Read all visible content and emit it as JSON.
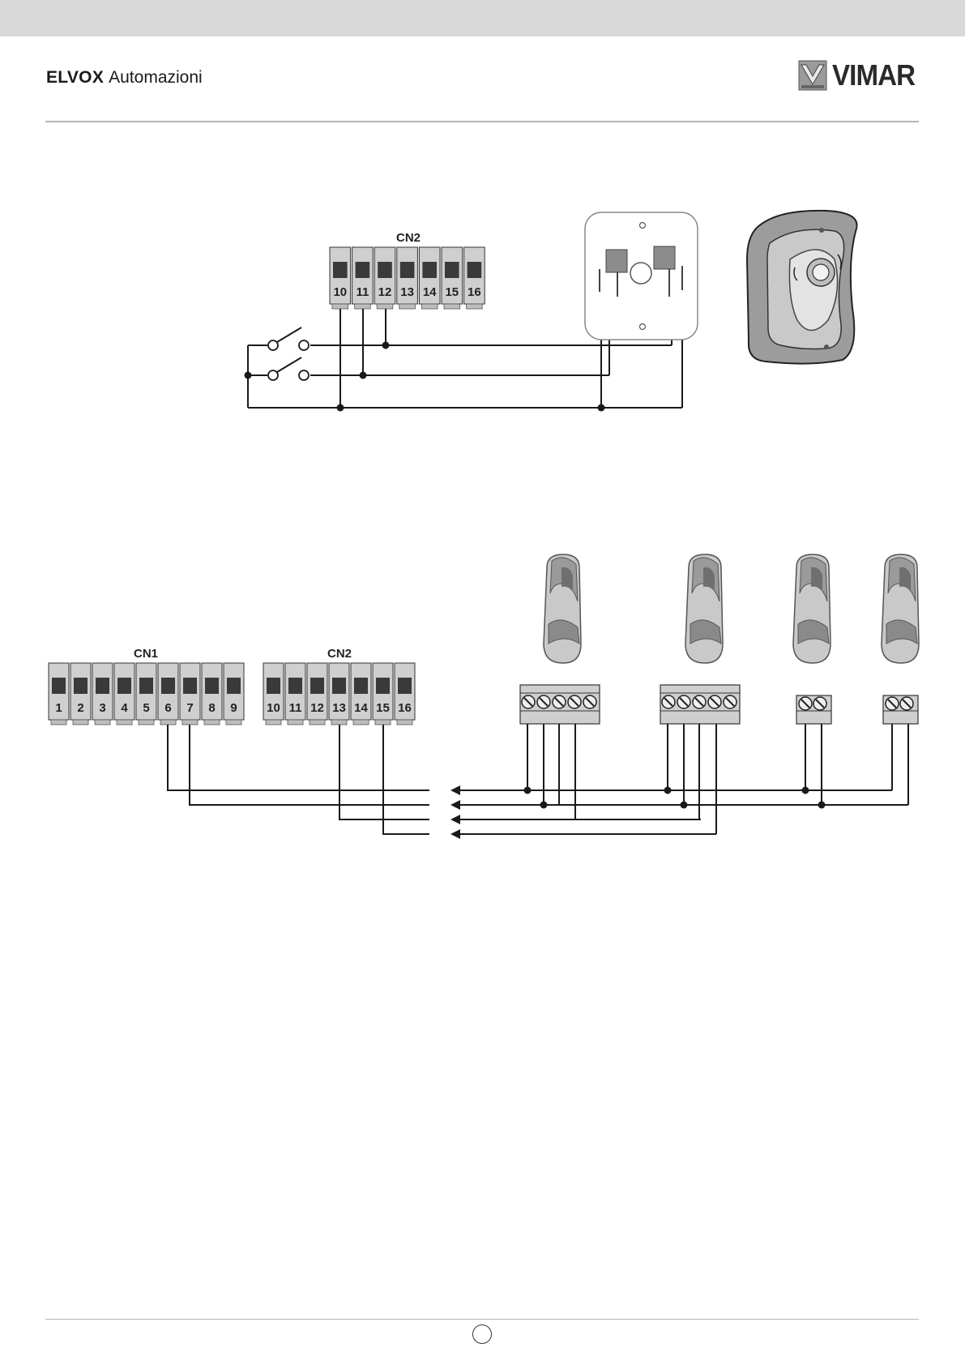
{
  "header": {
    "brand_bold": "ELVOX",
    "brand_light": "Automazioni",
    "logo_text": "VIMAR"
  },
  "diagram1": {
    "connector_label": "CN2",
    "terminals": [
      "10",
      "11",
      "12",
      "13",
      "14",
      "15",
      "16"
    ]
  },
  "diagram2": {
    "cn1_label": "CN1",
    "cn1_terminals": [
      "1",
      "2",
      "3",
      "4",
      "5",
      "6",
      "7",
      "8",
      "9"
    ],
    "cn2_label": "CN2",
    "cn2_terminals": [
      "10",
      "11",
      "12",
      "13",
      "14",
      "15",
      "16"
    ]
  },
  "colors": {
    "topbar": "#d9d9d9",
    "terminal_body": "#cfcfcf",
    "terminal_screw": "#3a3a3a",
    "wire": "#1a1a1a"
  }
}
